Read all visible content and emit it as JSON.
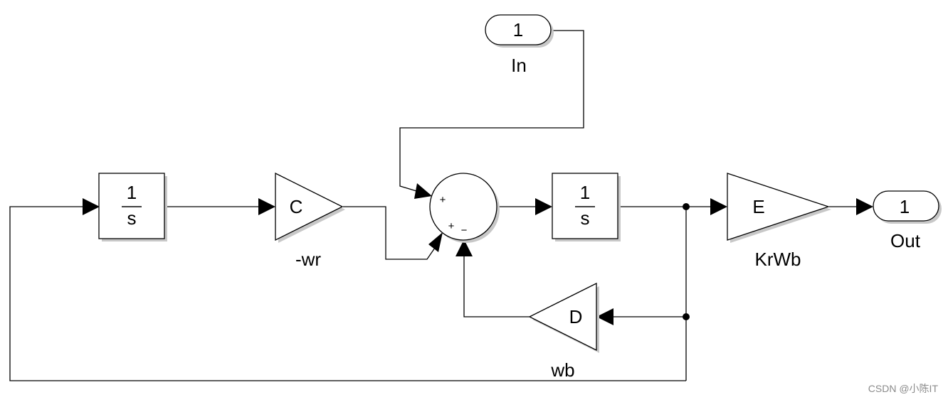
{
  "blocks": {
    "inport": {
      "value": "1",
      "label": "In"
    },
    "outport": {
      "value": "1",
      "label": "Out"
    },
    "integrator1": {
      "numerator": "1",
      "denominator": "s"
    },
    "integrator2": {
      "numerator": "1",
      "denominator": "s"
    },
    "gain_c": {
      "text": "C",
      "label": "-wr"
    },
    "gain_e": {
      "text": "E",
      "label": "KrWb"
    },
    "gain_d": {
      "text": "D",
      "label": "wb"
    },
    "sum": {
      "signs": [
        "+",
        "+",
        "−"
      ]
    }
  },
  "watermark": "CSDN @小陈IT"
}
